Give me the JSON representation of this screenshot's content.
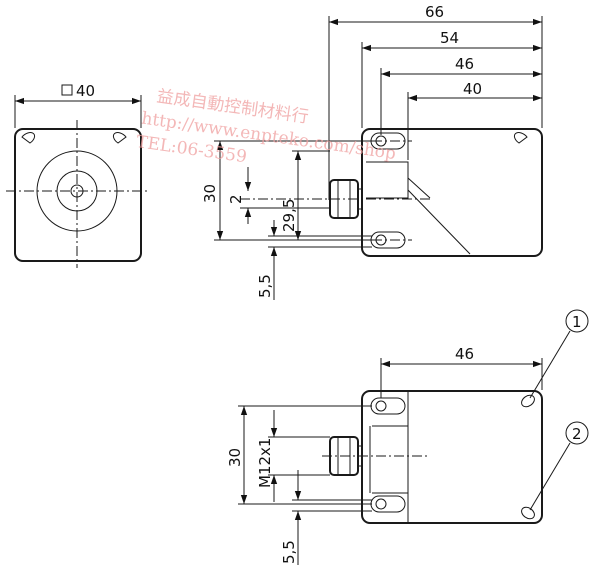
{
  "front_view": {
    "square_label": "40"
  },
  "side_view": {
    "top_dims": [
      "66",
      "54",
      "46",
      "40"
    ],
    "left_dims": [
      "30",
      "2",
      "29,5"
    ],
    "bottom_dim": "5,5"
  },
  "bottom_view": {
    "top_dim": "46",
    "left_dims": [
      "30",
      "M12x1"
    ],
    "bottom_dim": "5,5",
    "callouts": [
      "1",
      "2"
    ]
  },
  "watermark": {
    "line1": "益成自動控制材料行",
    "line2": "http://www.enpteko.com/shop",
    "line3": "TEL:06-3559"
  }
}
